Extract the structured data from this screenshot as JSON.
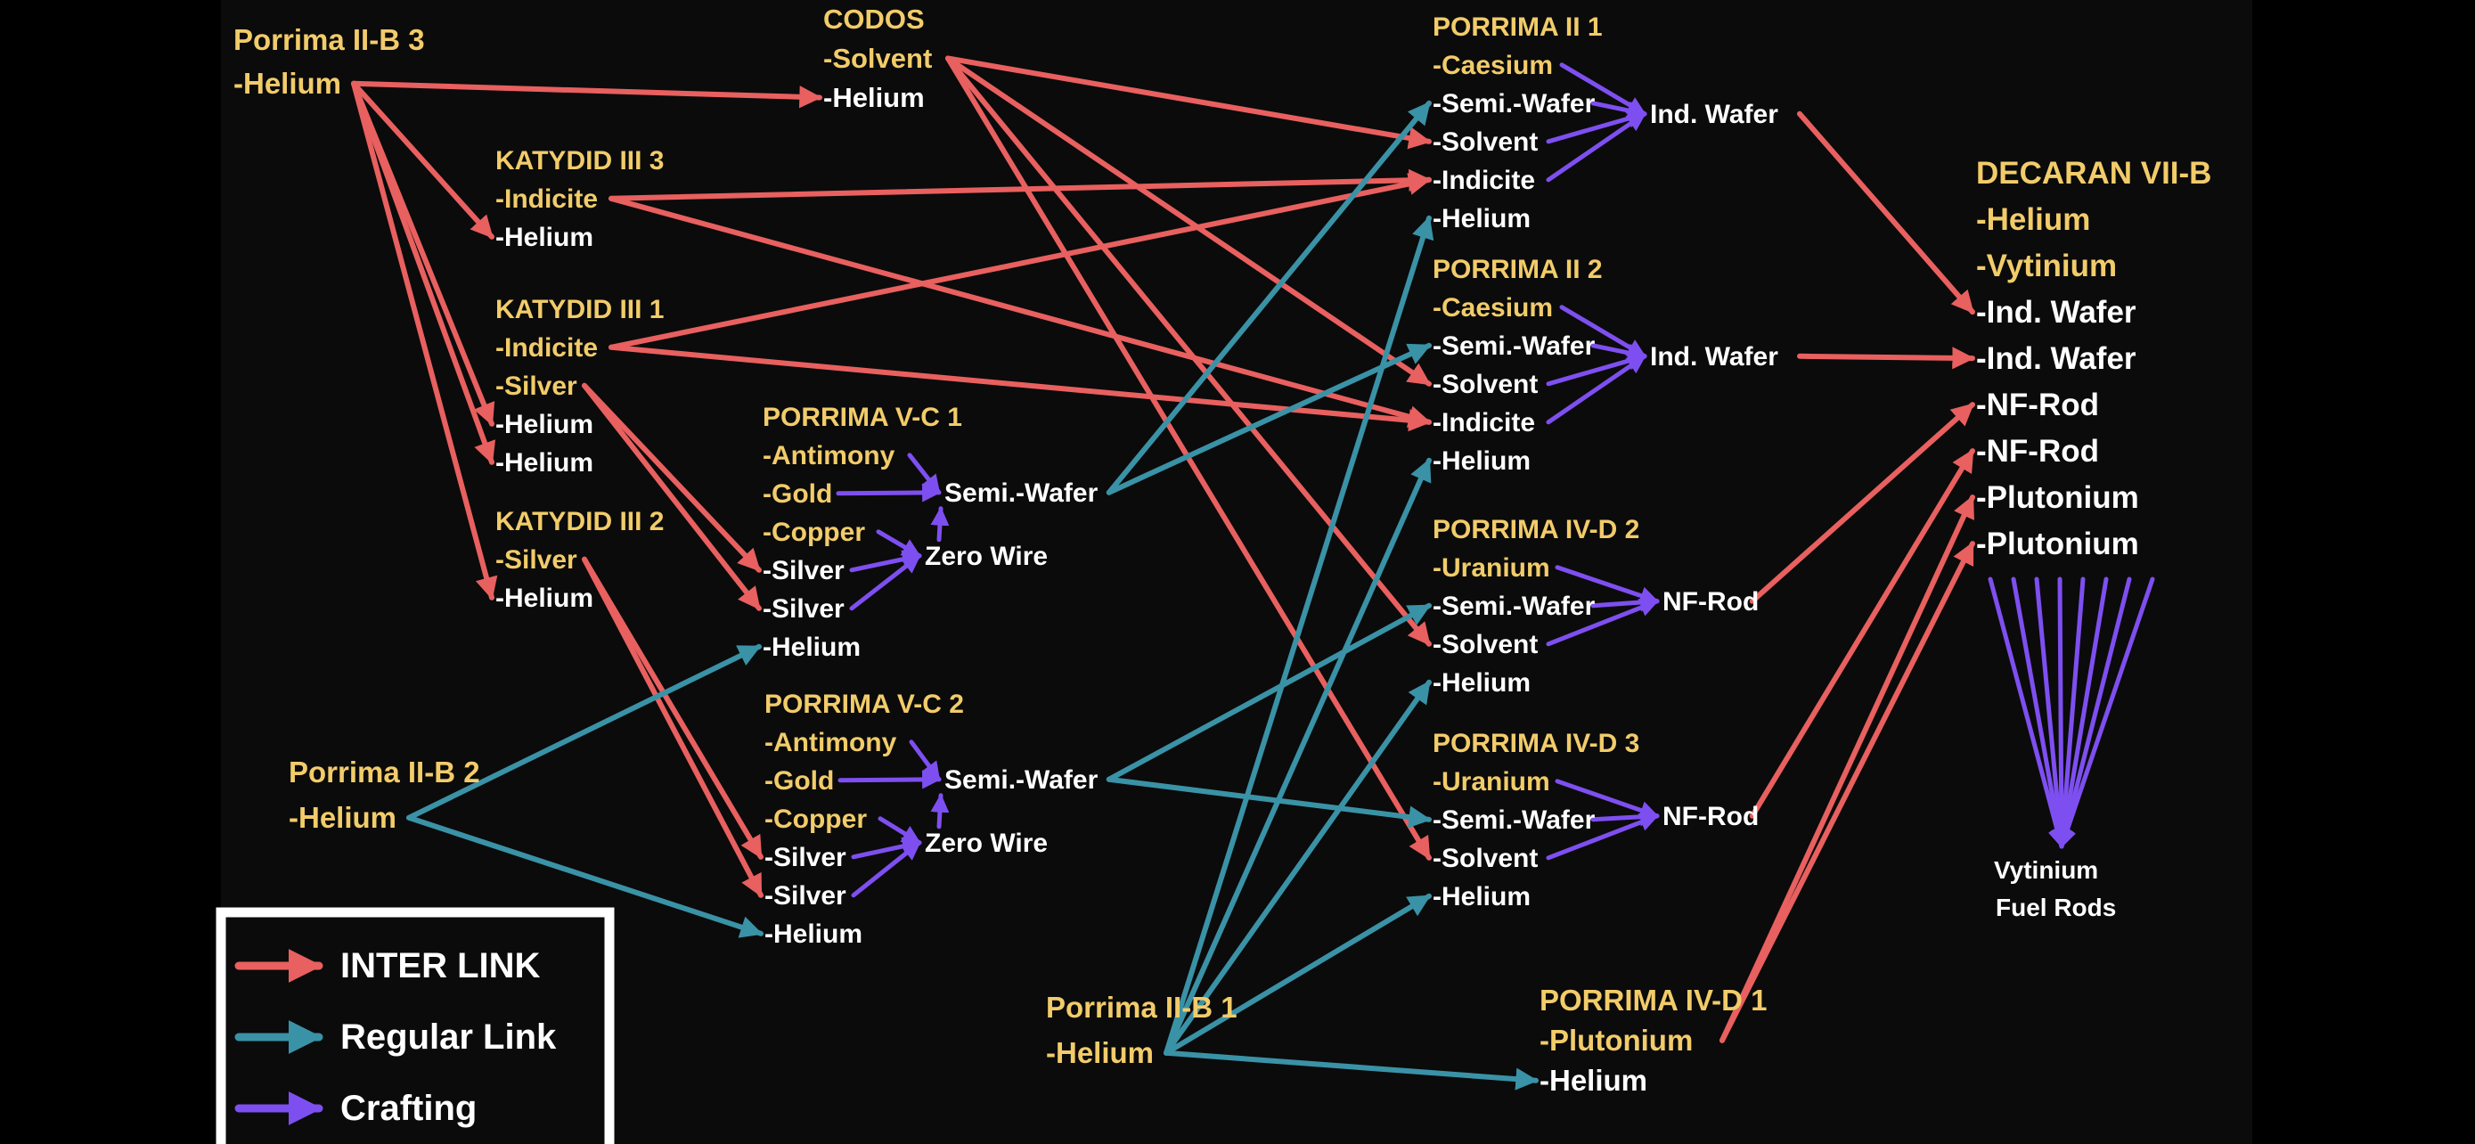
{
  "colors": {
    "background": "#0b0b0b",
    "page": "#000000",
    "inter": "#e8605f",
    "regular": "#3a92a6",
    "crafting": "#7e4ff0",
    "node_title": "#f2cc6a",
    "item_white": "#ffffff"
  },
  "legend": {
    "items": [
      {
        "label": "INTER LINK",
        "kind": "inter"
      },
      {
        "label": "Regular Link",
        "kind": "regular"
      },
      {
        "label": "Crafting",
        "kind": "crafting"
      }
    ]
  },
  "nodes": [
    {
      "id": "b3",
      "lines": [
        [
          "Porrima II-B 3",
          "y"
        ],
        [
          "-Helium",
          "y"
        ]
      ]
    },
    {
      "id": "codos",
      "lines": [
        [
          "CODOS",
          "y"
        ],
        [
          "-Solvent",
          "y"
        ],
        [
          "-Helium",
          "w"
        ]
      ]
    },
    {
      "id": "k33",
      "lines": [
        [
          "KATYDID III 3",
          "y"
        ],
        [
          "-Indicite",
          "y"
        ],
        [
          "-Helium",
          "w"
        ]
      ]
    },
    {
      "id": "k31",
      "lines": [
        [
          "KATYDID III 1",
          "y"
        ],
        [
          "-Indicite",
          "y"
        ],
        [
          "-Silver",
          "y"
        ],
        [
          "-Helium",
          "w"
        ],
        [
          "-Helium",
          "w"
        ]
      ]
    },
    {
      "id": "k32",
      "lines": [
        [
          "KATYDID III 2",
          "y"
        ],
        [
          "-Silver",
          "y"
        ],
        [
          "-Helium",
          "w"
        ]
      ]
    },
    {
      "id": "vc1",
      "lines": [
        [
          "PORRIMA V-C 1",
          "y"
        ],
        [
          "-Antimony",
          "y"
        ],
        [
          "-Gold",
          "y"
        ],
        [
          "-Copper",
          "y"
        ],
        [
          "-Silver",
          "w"
        ],
        [
          "-Silver",
          "w"
        ],
        [
          "-Helium",
          "w"
        ]
      ]
    },
    {
      "id": "vc2",
      "lines": [
        [
          "PORRIMA V-C 2",
          "y"
        ],
        [
          "-Antimony",
          "y"
        ],
        [
          "-Gold",
          "y"
        ],
        [
          "-Copper",
          "y"
        ],
        [
          "-Silver",
          "w"
        ],
        [
          "-Silver",
          "w"
        ],
        [
          "-Helium",
          "w"
        ]
      ]
    },
    {
      "id": "b2",
      "lines": [
        [
          "Porrima II-B 2",
          "y"
        ],
        [
          "-Helium",
          "y"
        ]
      ]
    },
    {
      "id": "b1",
      "lines": [
        [
          "Porrima II-B 1",
          "y"
        ],
        [
          "-Helium",
          "y"
        ]
      ]
    },
    {
      "id": "p21",
      "lines": [
        [
          "PORRIMA II 1",
          "y"
        ],
        [
          "-Caesium",
          "y"
        ],
        [
          "-Semi.-Wafer",
          "w"
        ],
        [
          "-Solvent",
          "w"
        ],
        [
          "-Indicite",
          "w"
        ],
        [
          "-Helium",
          "w"
        ]
      ]
    },
    {
      "id": "p22",
      "lines": [
        [
          "PORRIMA II 2",
          "y"
        ],
        [
          "-Caesium",
          "y"
        ],
        [
          "-Semi.-Wafer",
          "w"
        ],
        [
          "-Solvent",
          "w"
        ],
        [
          "-Indicite",
          "w"
        ],
        [
          "-Helium",
          "w"
        ]
      ]
    },
    {
      "id": "d42",
      "lines": [
        [
          "PORRIMA IV-D 2",
          "y"
        ],
        [
          "-Uranium",
          "y"
        ],
        [
          "-Semi.-Wafer",
          "w"
        ],
        [
          "-Solvent",
          "w"
        ],
        [
          "-Helium",
          "w"
        ]
      ]
    },
    {
      "id": "d43",
      "lines": [
        [
          "PORRIMA IV-D 3",
          "y"
        ],
        [
          "-Uranium",
          "y"
        ],
        [
          "-Semi.-Wafer",
          "w"
        ],
        [
          "-Solvent",
          "w"
        ],
        [
          "-Helium",
          "w"
        ]
      ]
    },
    {
      "id": "d41",
      "lines": [
        [
          "PORRIMA IV-D 1",
          "y"
        ],
        [
          "-Plutonium",
          "y"
        ],
        [
          "-Helium",
          "w"
        ]
      ]
    },
    {
      "id": "dec",
      "lines": [
        [
          "DECARAN VII-B",
          "y"
        ],
        [
          "-Helium",
          "y"
        ],
        [
          "-Vytinium",
          "y"
        ],
        [
          "-Ind. Wafer",
          "w"
        ],
        [
          "-Ind. Wafer",
          "w"
        ],
        [
          "-NF-Rod",
          "w"
        ],
        [
          "-NF-Rod",
          "w"
        ],
        [
          "-Plutonium",
          "w"
        ],
        [
          "-Plutonium",
          "w"
        ]
      ]
    }
  ],
  "products": [
    {
      "id": "sw1",
      "label": "Semi.-Wafer"
    },
    {
      "id": "zw1",
      "label": "Zero Wire"
    },
    {
      "id": "sw2",
      "label": "Semi.-Wafer"
    },
    {
      "id": "zw2",
      "label": "Zero Wire"
    },
    {
      "id": "iw1",
      "label": "Ind. Wafer"
    },
    {
      "id": "iw2",
      "label": "Ind. Wafer"
    },
    {
      "id": "nf1",
      "label": "NF-Rod"
    },
    {
      "id": "nf2",
      "label": "NF-Rod"
    },
    {
      "id": "vfr",
      "label": "Vytinium Fuel Rods"
    }
  ],
  "links": [
    {
      "from": "b3.1",
      "to": "codos.2",
      "kind": "inter"
    },
    {
      "from": "b3.1",
      "to": "k33.2",
      "kind": "inter"
    },
    {
      "from": "b3.1",
      "to": "k31.3",
      "kind": "inter"
    },
    {
      "from": "b3.1",
      "to": "k31.4",
      "kind": "inter"
    },
    {
      "from": "b3.1",
      "to": "k32.2",
      "kind": "inter"
    },
    {
      "from": "codos.1",
      "to": "p21.3",
      "kind": "inter"
    },
    {
      "from": "codos.1",
      "to": "p22.3",
      "kind": "inter"
    },
    {
      "from": "codos.1",
      "to": "d42.3",
      "kind": "inter"
    },
    {
      "from": "codos.1",
      "to": "d43.3",
      "kind": "inter"
    },
    {
      "from": "k33.1",
      "to": "p21.4",
      "kind": "inter"
    },
    {
      "from": "k33.1",
      "to": "p22.4",
      "kind": "inter"
    },
    {
      "from": "k31.1",
      "to": "p21.4",
      "kind": "inter"
    },
    {
      "from": "k31.1",
      "to": "p22.4",
      "kind": "inter"
    },
    {
      "from": "k31.2",
      "to": "vc1.4",
      "kind": "inter"
    },
    {
      "from": "k31.2",
      "to": "vc1.5",
      "kind": "inter"
    },
    {
      "from": "k32.1",
      "to": "vc2.4",
      "kind": "inter"
    },
    {
      "from": "k32.1",
      "to": "vc2.5",
      "kind": "inter"
    },
    {
      "from": "iw1",
      "to": "dec.3",
      "kind": "inter"
    },
    {
      "from": "iw2",
      "to": "dec.4",
      "kind": "inter"
    },
    {
      "from": "nf1",
      "to": "dec.5",
      "kind": "inter"
    },
    {
      "from": "nf2",
      "to": "dec.6",
      "kind": "inter"
    },
    {
      "from": "d41.1",
      "to": "dec.7",
      "kind": "inter"
    },
    {
      "from": "d41.1",
      "to": "dec.8",
      "kind": "inter"
    },
    {
      "from": "b2.1",
      "to": "vc1.6",
      "kind": "regular"
    },
    {
      "from": "b2.1",
      "to": "vc2.6",
      "kind": "regular"
    },
    {
      "from": "sw1",
      "to": "p21.2",
      "kind": "regular"
    },
    {
      "from": "sw1",
      "to": "p22.2",
      "kind": "regular"
    },
    {
      "from": "sw2",
      "to": "d42.2",
      "kind": "regular"
    },
    {
      "from": "sw2",
      "to": "d43.2",
      "kind": "regular"
    },
    {
      "from": "b1.1",
      "to": "p21.5",
      "kind": "regular"
    },
    {
      "from": "b1.1",
      "to": "p22.5",
      "kind": "regular"
    },
    {
      "from": "b1.1",
      "to": "d42.4",
      "kind": "regular"
    },
    {
      "from": "b1.1",
      "to": "d43.4",
      "kind": "regular"
    },
    {
      "from": "b1.1",
      "to": "d41.2",
      "kind": "regular"
    },
    {
      "from": "vc1.1",
      "to": "sw1",
      "kind": "crafting"
    },
    {
      "from": "vc1.2",
      "to": "sw1",
      "kind": "crafting"
    },
    {
      "from": "zw1",
      "to": "sw1",
      "kind": "crafting"
    },
    {
      "from": "vc1.3",
      "to": "zw1",
      "kind": "crafting"
    },
    {
      "from": "vc1.4",
      "to": "zw1",
      "kind": "crafting"
    },
    {
      "from": "vc1.5",
      "to": "zw1",
      "kind": "crafting"
    },
    {
      "from": "vc2.1",
      "to": "sw2",
      "kind": "crafting"
    },
    {
      "from": "vc2.2",
      "to": "sw2",
      "kind": "crafting"
    },
    {
      "from": "zw2",
      "to": "sw2",
      "kind": "crafting"
    },
    {
      "from": "vc2.3",
      "to": "zw2",
      "kind": "crafting"
    },
    {
      "from": "vc2.4",
      "to": "zw2",
      "kind": "crafting"
    },
    {
      "from": "vc2.5",
      "to": "zw2",
      "kind": "crafting"
    },
    {
      "from": "p21.1",
      "to": "iw1",
      "kind": "crafting"
    },
    {
      "from": "p21.2",
      "to": "iw1",
      "kind": "crafting"
    },
    {
      "from": "p21.3",
      "to": "iw1",
      "kind": "crafting"
    },
    {
      "from": "p21.4",
      "to": "iw1",
      "kind": "crafting"
    },
    {
      "from": "p22.1",
      "to": "iw2",
      "kind": "crafting"
    },
    {
      "from": "p22.2",
      "to": "iw2",
      "kind": "crafting"
    },
    {
      "from": "p22.3",
      "to": "iw2",
      "kind": "crafting"
    },
    {
      "from": "p22.4",
      "to": "iw2",
      "kind": "crafting"
    },
    {
      "from": "d42.1",
      "to": "nf1",
      "kind": "crafting"
    },
    {
      "from": "d42.2",
      "to": "nf1",
      "kind": "crafting"
    },
    {
      "from": "d42.3",
      "to": "nf1",
      "kind": "crafting"
    },
    {
      "from": "d43.1",
      "to": "nf2",
      "kind": "crafting"
    },
    {
      "from": "d43.2",
      "to": "nf2",
      "kind": "crafting"
    },
    {
      "from": "d43.3",
      "to": "nf2",
      "kind": "crafting"
    },
    {
      "from": "dec.1",
      "to": "vfr",
      "kind": "crafting"
    },
    {
      "from": "dec.2",
      "to": "vfr",
      "kind": "crafting"
    },
    {
      "from": "dec.3",
      "to": "vfr",
      "kind": "crafting"
    },
    {
      "from": "dec.4",
      "to": "vfr",
      "kind": "crafting"
    },
    {
      "from": "dec.5",
      "to": "vfr",
      "kind": "crafting"
    },
    {
      "from": "dec.6",
      "to": "vfr",
      "kind": "crafting"
    },
    {
      "from": "dec.7",
      "to": "vfr",
      "kind": "crafting"
    },
    {
      "from": "dec.8",
      "to": "vfr",
      "kind": "crafting"
    }
  ]
}
